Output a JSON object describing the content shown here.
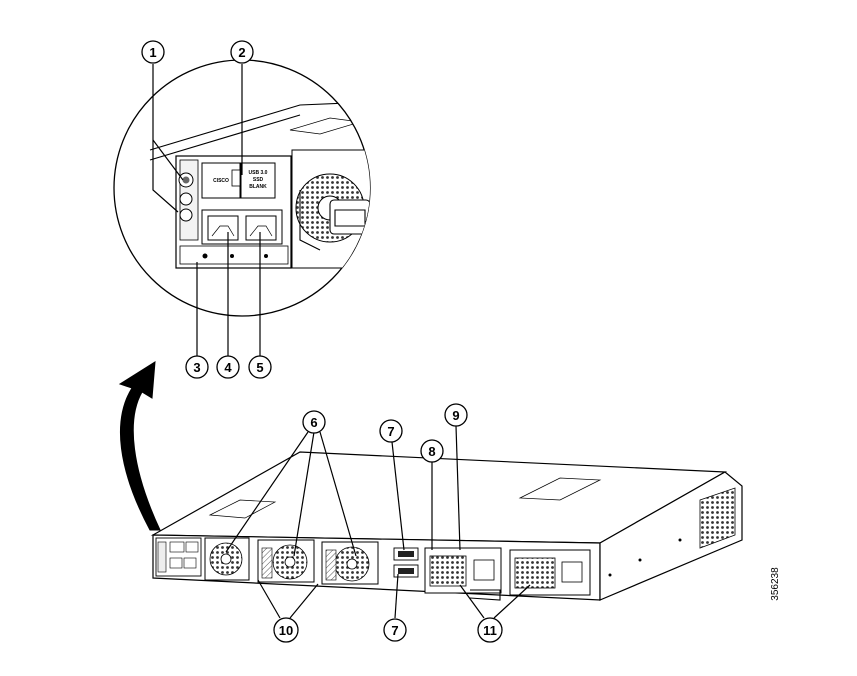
{
  "figure": {
    "figure_id": "356238",
    "callouts": [
      "1",
      "2",
      "3",
      "4",
      "5",
      "6",
      "7",
      "7",
      "8",
      "9",
      "10",
      "11"
    ],
    "panel_labels": {
      "cisco_logo_text": "CISCO",
      "usb_label_line1": "USB 3.0",
      "usb_label_line2": "SSD",
      "usb_label_line3": "BLANK"
    }
  }
}
